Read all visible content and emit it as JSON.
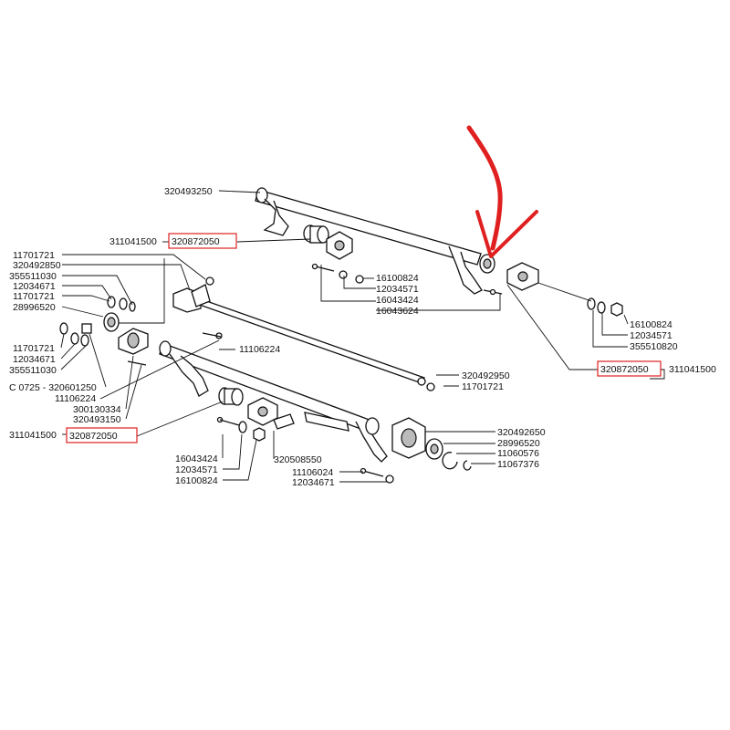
{
  "labels": {
    "l1": "320493250",
    "l2": "311041500",
    "l3": "320872050",
    "l4": "16100824",
    "l5": "12034571",
    "l6": "16043424",
    "l7": "16043624",
    "l8": "11701721",
    "l9": "320492850",
    "l10": "355511030",
    "l11": "12034671",
    "l12": "11701721",
    "l13": "28996520",
    "l14": "11701721",
    "l15": "12034671",
    "l16": "355511030",
    "l17": "11106224",
    "l18": "C 0725 - 320601250",
    "l19": "11106224",
    "l20": "300130334",
    "l21": "320493150",
    "l22": "311041500",
    "l23": "320872050",
    "l24": "16043424",
    "l25": "12034571",
    "l26": "16100824",
    "l27": "320508550",
    "l28": "11106024",
    "l29": "12034671",
    "l30": "320492950",
    "l31": "11701721",
    "l32": "16100824",
    "l33": "12034571",
    "l34": "355510820",
    "l35": "320872050",
    "l36": "311041500",
    "l37": "320492650",
    "l38": "28996520",
    "l39": "11060576",
    "l40": "11067376"
  },
  "colors": {
    "highlight": "#e02020",
    "line": "#111111"
  },
  "arrow": "red-pointer-arrow"
}
